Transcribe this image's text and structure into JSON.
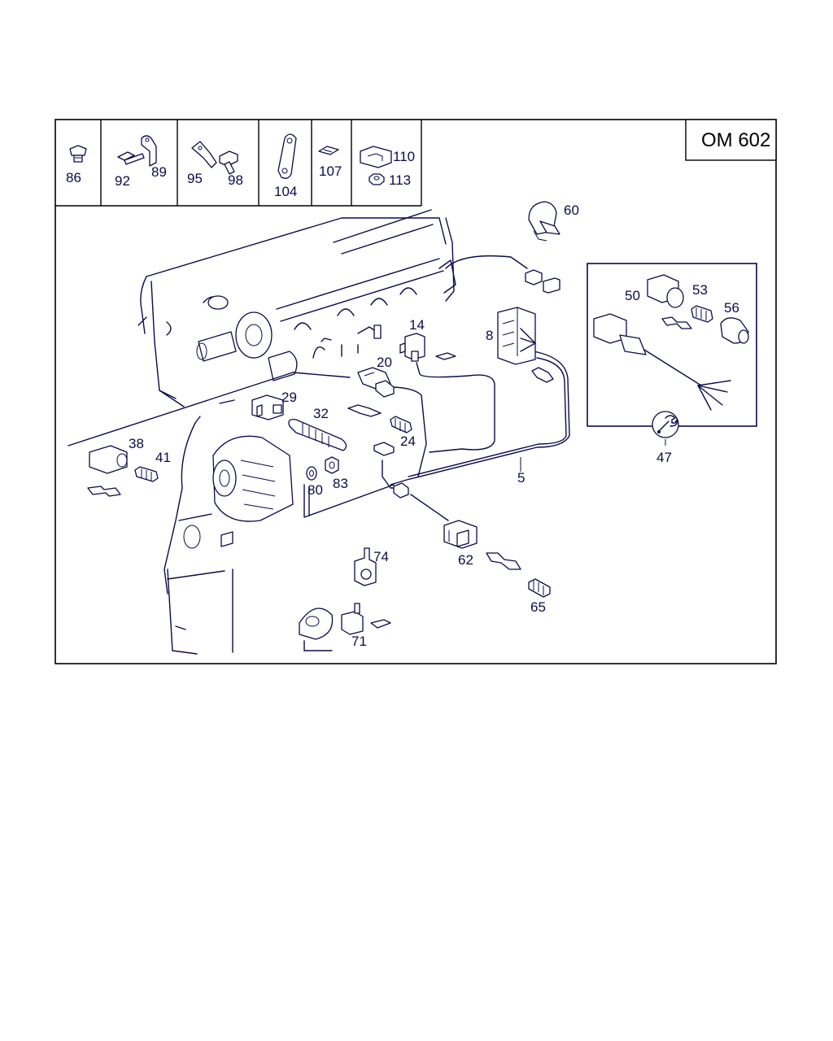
{
  "diagram": {
    "model_label": "OM 602",
    "parts": {
      "p86": "86",
      "p92": "92",
      "p89": "89",
      "p95": "95",
      "p98": "98",
      "p104": "104",
      "p107": "107",
      "p110": "110",
      "p113": "113",
      "p60": "60",
      "p14": "14",
      "p8": "8",
      "p20": "20",
      "p29": "29",
      "p32": "32",
      "p24": "24",
      "p38": "38",
      "p41": "41",
      "p80": "80",
      "p83": "83",
      "p5": "5",
      "p50": "50",
      "p53": "53",
      "p56": "56",
      "p47": "47",
      "p62": "62",
      "p74": "74",
      "p65": "65",
      "p71": "71"
    },
    "colors": {
      "line": "#0b0b4a",
      "frame": "#000000",
      "background": "#ffffff"
    },
    "icons": [
      "wrench-icon"
    ]
  }
}
